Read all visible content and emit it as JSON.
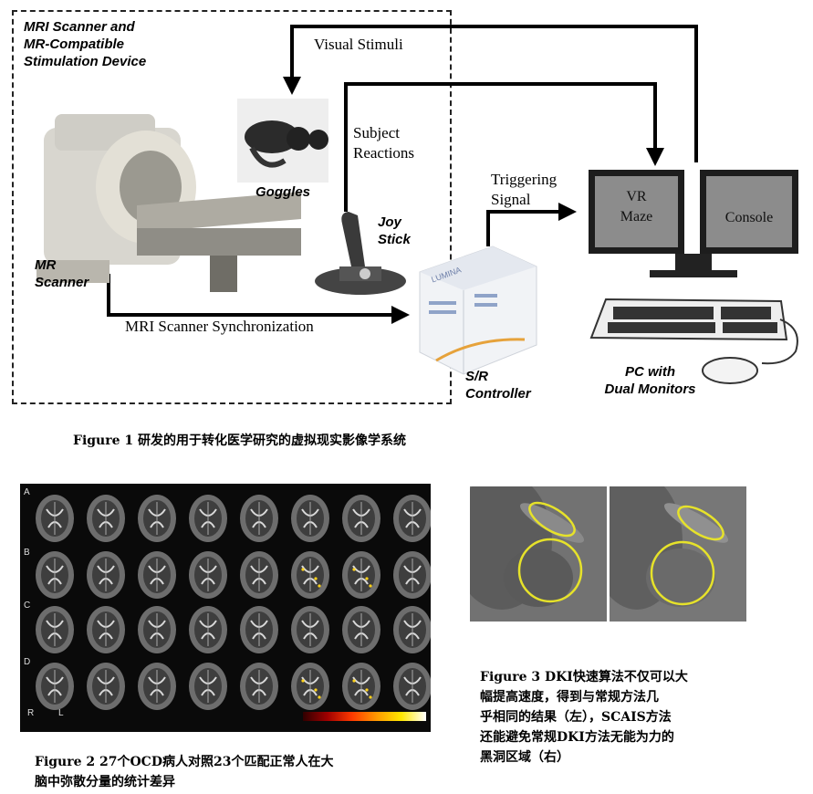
{
  "figure1": {
    "device_label_lines": [
      "MRI Scanner and",
      "MR-Compatible",
      "Stimulation Device"
    ],
    "visual_stimuli": "Visual Stimuli",
    "subject_reactions_lines": [
      "Subject",
      "Reactions"
    ],
    "triggering_signal_lines": [
      "Triggering",
      "Signal"
    ],
    "sync_label": "MRI Scanner Synchronization",
    "goggles": "Goggles",
    "joystick_lines": [
      "Joy",
      "Stick"
    ],
    "mr_scanner_lines": [
      "MR",
      "Scanner"
    ],
    "sr_controller_lines": [
      "S/R",
      "Controller"
    ],
    "pc_lines": [
      "PC with",
      "Dual Monitors"
    ],
    "monitor_left_lines": [
      "VR",
      "Maze"
    ],
    "monitor_right": "Console",
    "controller_brand": "LUMINA",
    "caption": "Figure 1 研发的用于转化医学研究的虚拟现实影像学系统"
  },
  "figure2": {
    "row_labels": [
      "A",
      "B",
      "C",
      "D"
    ],
    "orientation_labels": [
      "R",
      "L"
    ],
    "caption_lines": [
      "Figure 2  27个OCD病人对照23个匹配正常人在大",
      "脑中弥散分量的统计差异"
    ]
  },
  "figure3": {
    "caption_lines": [
      "Figure 3 DKI快速算法不仅可以大",
      "幅提高速度，得到与常规方法几",
      "乎相同的结果（左），SCAIS方法",
      "还能避免常规DKI方法无能为力的",
      "黑洞区域（右）"
    ]
  },
  "colors": {
    "arrow": "#000000",
    "highlight_circle": "#e6e22a",
    "brain_panel_bg": "#0a0a0a"
  }
}
